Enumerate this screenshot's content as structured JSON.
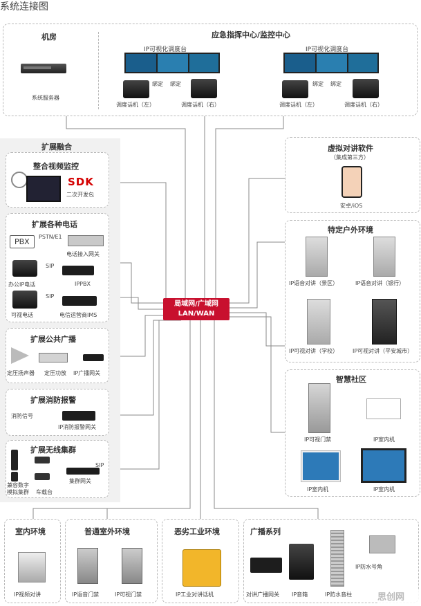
{
  "header": {
    "title": "系统连接图"
  },
  "top": {
    "room_title": "机房",
    "server_label": "系统服务器",
    "center_title": "应急指挥中心/监控中心",
    "left_console": {
      "title": "IP可视化调度台",
      "bind_a": "绑定",
      "bind_b": "绑定",
      "phone_left": "调度话机（左）",
      "phone_right": "调度话机（右）"
    },
    "right_console": {
      "title": "IP可视化调度台",
      "bind_a": "绑定",
      "bind_b": "绑定",
      "phone_left": "调度话机（左）",
      "phone_right": "调度话机（右）"
    }
  },
  "hub": {
    "line1": "局域网/广域网",
    "line2": "LAN/WAN"
  },
  "left": {
    "outer_title": "扩展融合",
    "video": {
      "title": "整合视频监控",
      "sdk": "SDK",
      "sdk_caption": "二次开发包"
    },
    "phone": {
      "title": "扩展各种电话",
      "pbx": "PBX",
      "pstn": "PSTN/E1",
      "gateway": "电话接入网关",
      "sip1": "SIP",
      "office_phone": "办公IP电话",
      "ippbx": "IPPBX",
      "sip2": "SIP",
      "video_phone": "可视电话",
      "ims": "电信运营商IMS"
    },
    "broadcast": {
      "title": "扩展公共广播",
      "speaker": "定压扬声器",
      "amp": "定压功放",
      "gateway": "IP广播网关"
    },
    "fire": {
      "title": "扩展消防报警",
      "signal": "消防信号",
      "gateway": "IP消防报警网关"
    },
    "radio": {
      "title": "扩展无线集群",
      "sip": "SIP",
      "compat_1": "兼容数字",
      "compat_2": "模拟集群",
      "gateway": "集群网关",
      "vehicle": "车载台"
    }
  },
  "right": {
    "virtual": {
      "title": "虚拟对讲软件",
      "subtitle": "（集成第三方）",
      "caption": "安卓/iOS"
    },
    "outdoor": {
      "title": "特定户外环境",
      "items": [
        "IP语音对讲（景区）",
        "IP语音对讲（银行）",
        "IP可视对讲（学校）",
        "IP可视对讲（平安城市）"
      ]
    },
    "community": {
      "title": "智慧社区",
      "items": [
        "IP可视门禁",
        "IP室内机",
        "IP室内机",
        "IP室内机"
      ]
    }
  },
  "bottom": {
    "indoor": {
      "title": "室内环境",
      "items": [
        "IP视频对讲"
      ]
    },
    "outdoor": {
      "title": "普通室外环境",
      "items": [
        "IP语音门禁",
        "IP可视门禁"
      ]
    },
    "industrial": {
      "title": "恶劣工业环境",
      "items": [
        "IP工业对讲话机"
      ]
    },
    "broadcast": {
      "title": "广播系列",
      "items": [
        "对讲广播网关",
        "IP音箱",
        "IP防水音柱",
        "IP防水号角"
      ]
    }
  },
  "watermark": "思创网",
  "colors": {
    "accent": "#c8102e",
    "line": "#8a8a8a",
    "border": "#b9b9b9",
    "outer_bg": "#f1f1f1"
  }
}
